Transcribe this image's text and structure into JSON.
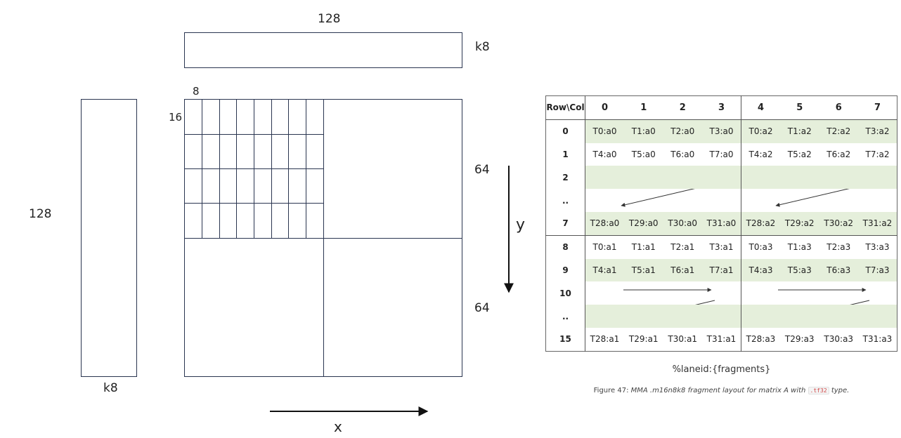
{
  "labels": {
    "top_width": "128",
    "top_height": "k8",
    "tile_width": "8",
    "tile_height": "16",
    "left_height": "128",
    "left_width": "k8",
    "right_upper": "64",
    "right_lower": "64",
    "y_axis": "y",
    "x_axis": "x"
  },
  "table": {
    "corner": "Row\\Col",
    "columns": [
      "0",
      "1",
      "2",
      "3",
      "4",
      "5",
      "6",
      "7"
    ],
    "rows": [
      {
        "id": "0",
        "cells": [
          "T0:a0",
          "T1:a0",
          "T2:a0",
          "T3:a0",
          "T0:a2",
          "T1:a2",
          "T2:a2",
          "T3:a2"
        ]
      },
      {
        "id": "1",
        "cells": [
          "T4:a0",
          "T5:a0",
          "T6:a0",
          "T7:a0",
          "T4:a2",
          "T5:a2",
          "T6:a2",
          "T7:a2"
        ]
      },
      {
        "id": "2",
        "cells": []
      },
      {
        "id": "..",
        "cells": []
      },
      {
        "id": "7",
        "cells": [
          "T28:a0",
          "T29:a0",
          "T30:a0",
          "T31:a0",
          "T28:a2",
          "T29:a2",
          "T30:a2",
          "T31:a2"
        ]
      },
      {
        "id": "8",
        "cells": [
          "T0:a1",
          "T1:a1",
          "T2:a1",
          "T3:a1",
          "T0:a3",
          "T1:a3",
          "T2:a3",
          "T3:a3"
        ]
      },
      {
        "id": "9",
        "cells": [
          "T4:a1",
          "T5:a1",
          "T6:a1",
          "T7:a1",
          "T4:a3",
          "T5:a3",
          "T6:a3",
          "T7:a3"
        ]
      },
      {
        "id": "10",
        "cells": []
      },
      {
        "id": "..",
        "cells": []
      },
      {
        "id": "15",
        "cells": [
          "T28:a1",
          "T29:a1",
          "T30:a1",
          "T31:a1",
          "T28:a3",
          "T29:a3",
          "T30:a3",
          "T31:a3"
        ]
      }
    ]
  },
  "captions": {
    "legend": "%laneid:{fragments}",
    "figure_prefix": "Figure 47:",
    "figure_italic_a": "MMA .m16n8k8 fragment layout for matrix A with",
    "figure_code": ".tf32",
    "figure_italic_b": "type."
  },
  "colors": {
    "line": "#2a3550",
    "row_shade": "#e5efdb",
    "code_text": "#d04a4a"
  }
}
